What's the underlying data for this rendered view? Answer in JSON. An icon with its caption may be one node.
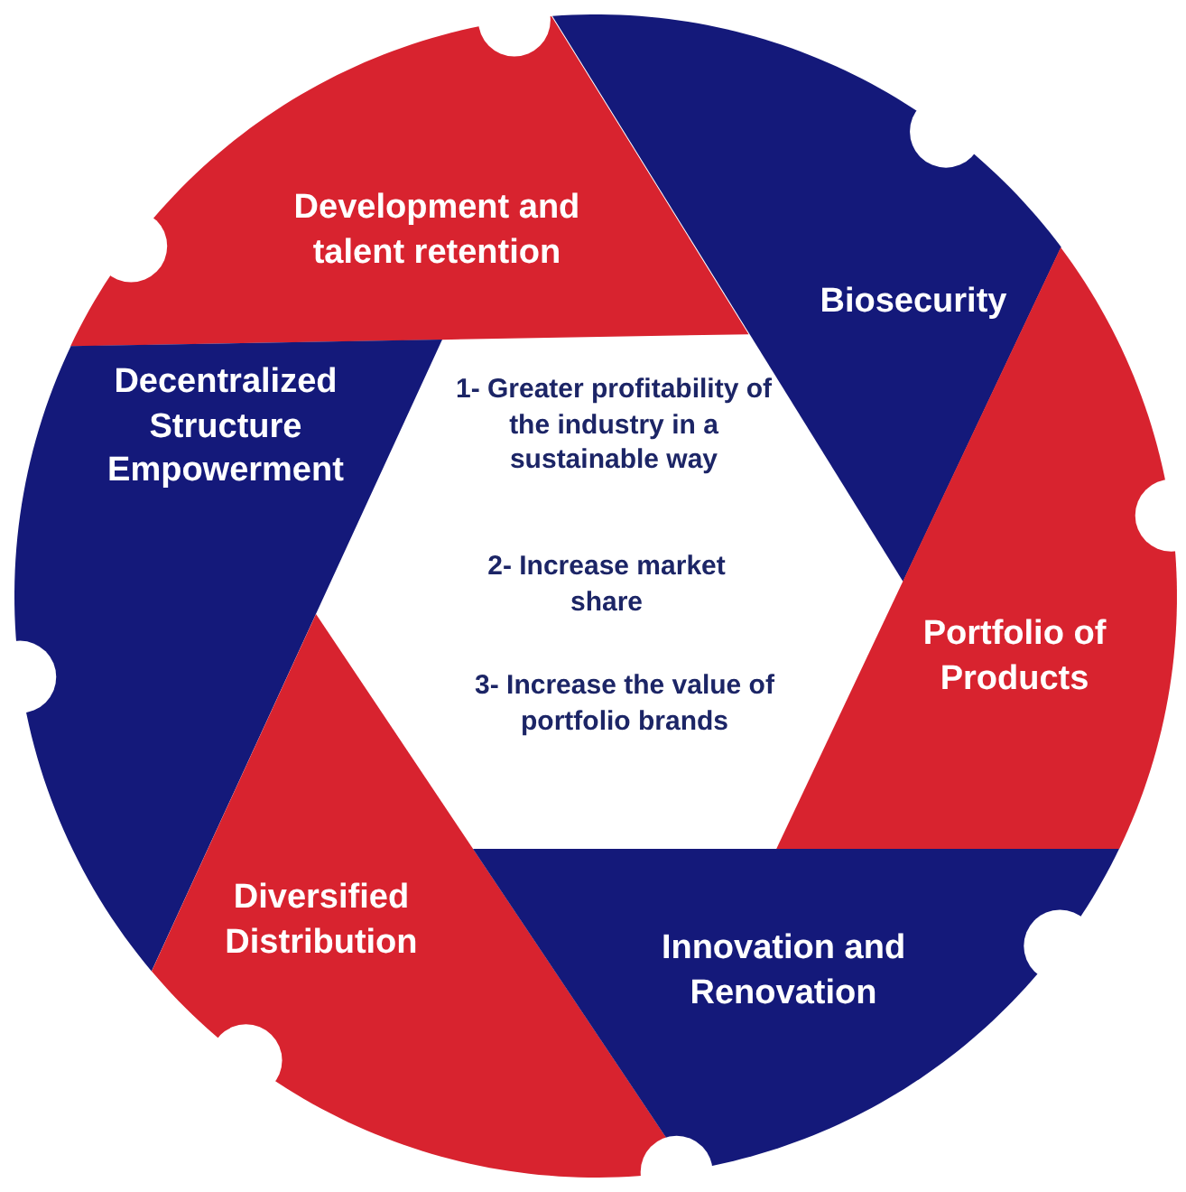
{
  "diagram": {
    "nodes": [
      {
        "text": [
          "Development and talent retention"
        ]
      },
      {
        "text": [
          "Biosecurity"
        ]
      },
      {
        "text": [
          "Decentralized Structure Empowerment"
        ]
      },
      {
        "text": [
          "1- Greater profitability of the industry in a sustainable way",
          "2- Increase market share",
          "3- Increase the value of portfolio brands"
        ]
      },
      {
        "text": [
          "Portfolio of Products"
        ]
      },
      {
        "text": [
          "Diversified Distribution"
        ]
      },
      {
        "text": [
          "Innovation and Renovation"
        ]
      }
    ]
  }
}
